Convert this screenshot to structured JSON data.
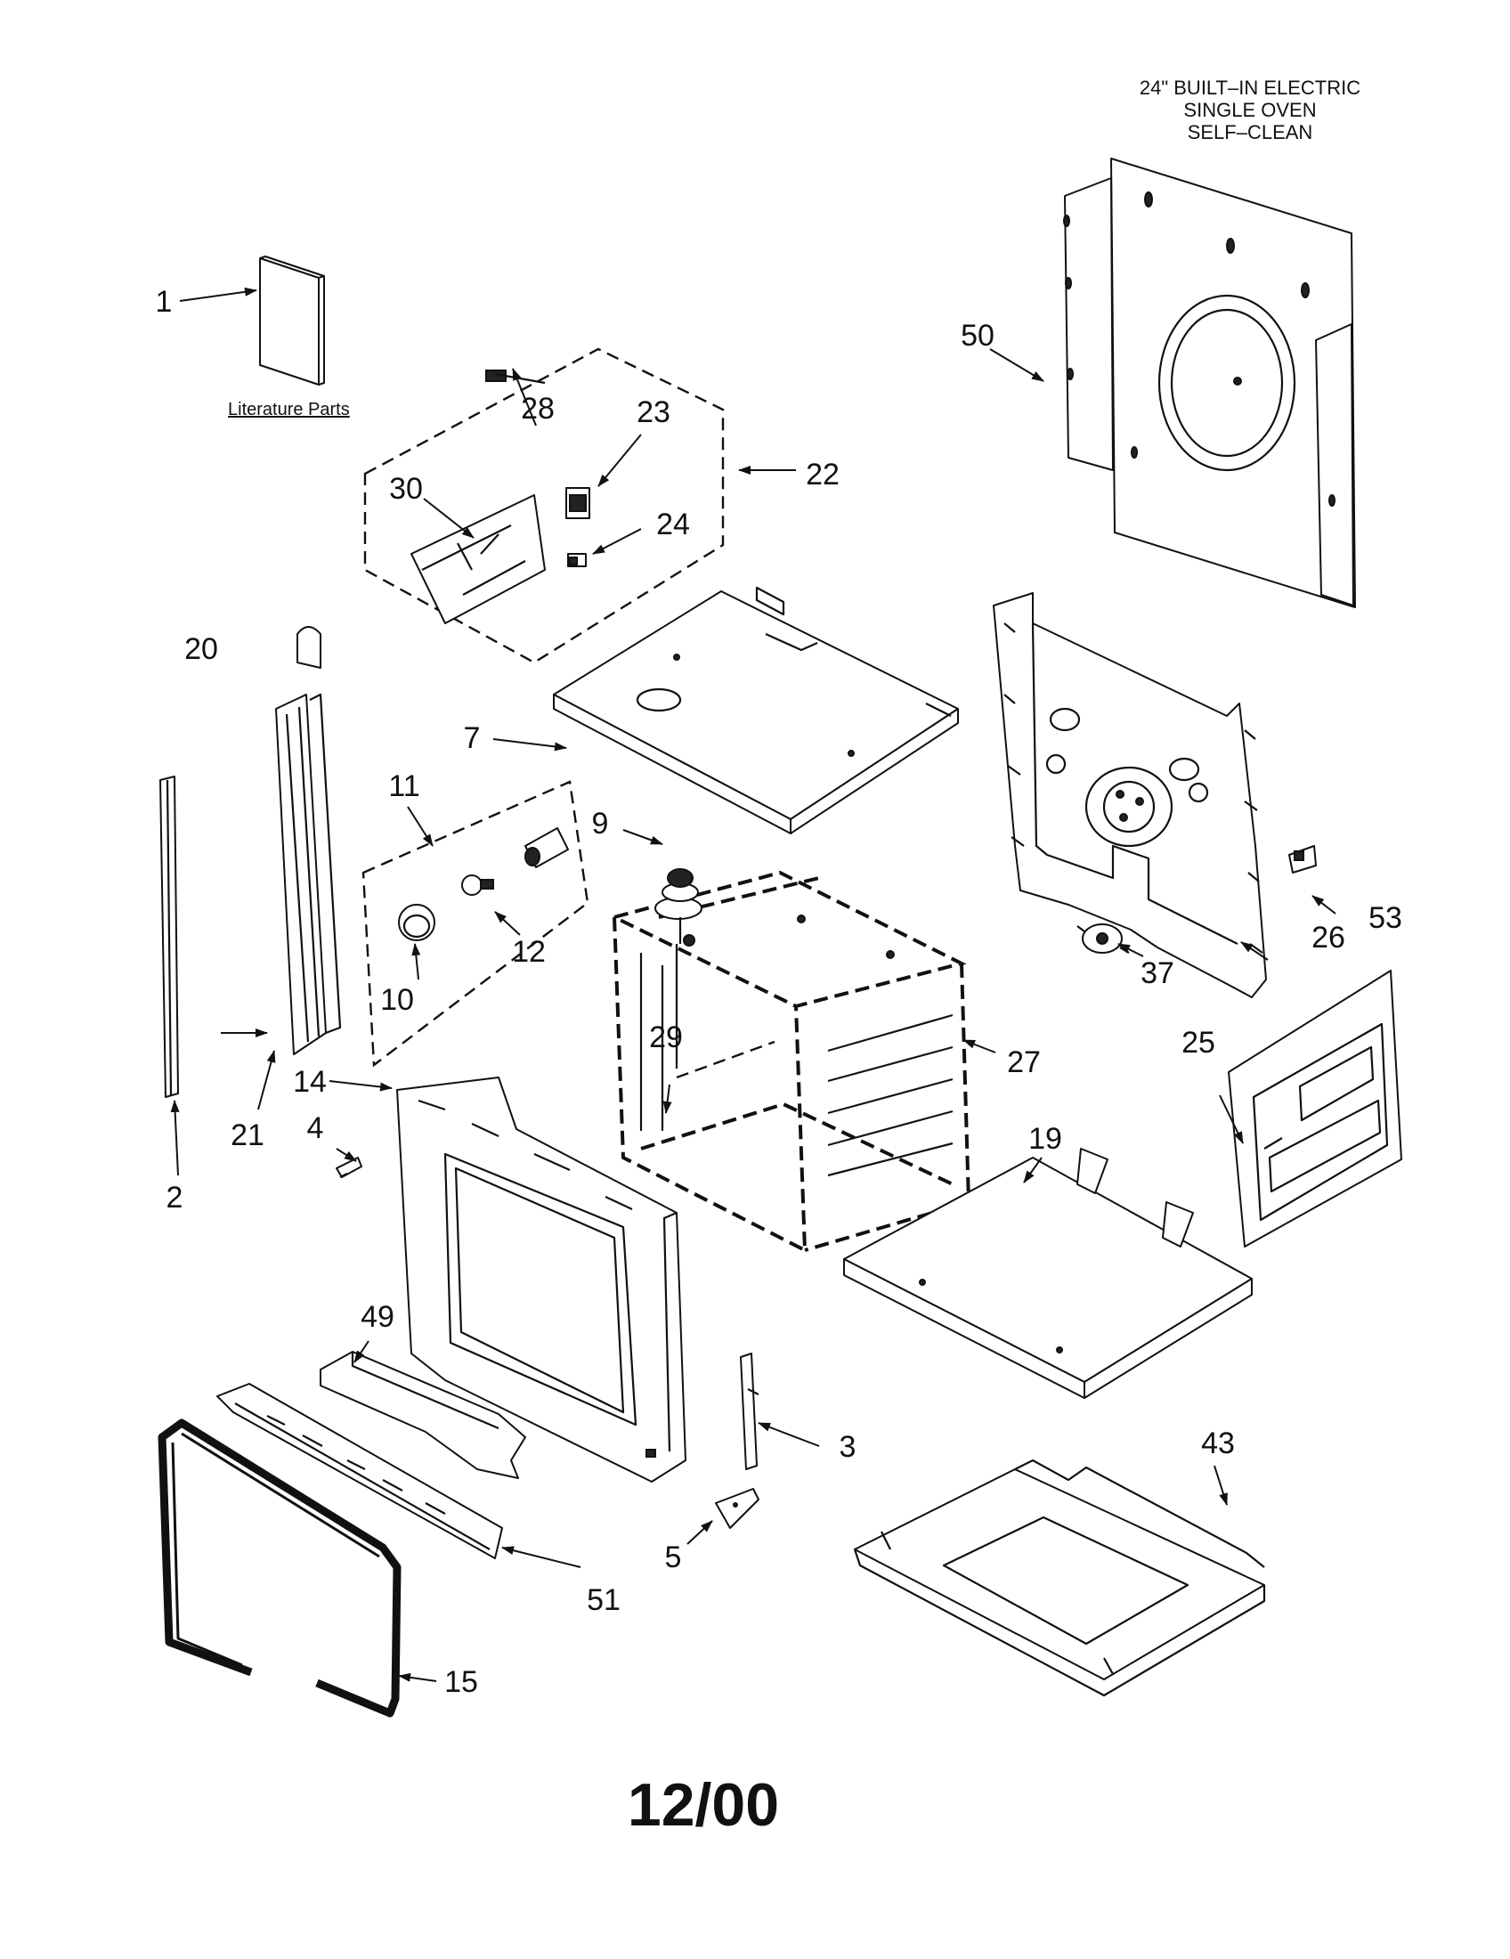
{
  "title": {
    "line1": "24\" BUILT–IN ELECTRIC",
    "line2": "SINGLE OVEN",
    "line3": "SELF–CLEAN"
  },
  "literature_label": "Literature Parts",
  "footer_date": "12/00",
  "callouts": {
    "c1": "1",
    "c2": "2",
    "c3": "3",
    "c4": "4",
    "c5": "5",
    "c7": "7",
    "c9": "9",
    "c10": "10",
    "c11": "11",
    "c12": "12",
    "c14": "14",
    "c15": "15",
    "c19": "19",
    "c20": "20",
    "c21": "21",
    "c22": "22",
    "c23": "23",
    "c24": "24",
    "c25": "25",
    "c26": "26",
    "c27": "27",
    "c28": "28",
    "c29": "29",
    "c30": "30",
    "c37": "37",
    "c43": "43",
    "c49": "49",
    "c50": "50",
    "c51": "51",
    "c53": "53"
  }
}
